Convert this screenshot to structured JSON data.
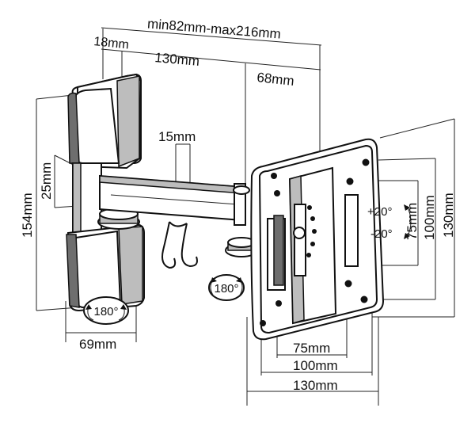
{
  "dimensions": {
    "arm_range": "min82mm-max216mm",
    "wall_plate_depth": "18mm",
    "arm_length": "130mm",
    "head_depth": "68mm",
    "hook_drop": "15mm",
    "arm_height": "25mm",
    "wall_plate_height": "154mm",
    "wall_plate_width": "69mm",
    "vesa_v_small": "75mm",
    "vesa_v_mid": "100mm",
    "vesa_v_large": "130mm",
    "vesa_h_small": "75mm",
    "vesa_h_mid": "100mm",
    "vesa_h_large": "130mm"
  },
  "rotation": {
    "wall_swivel": "180°",
    "arm_swivel": "180°",
    "tilt_up": "+20°",
    "tilt_down": "-20°"
  }
}
